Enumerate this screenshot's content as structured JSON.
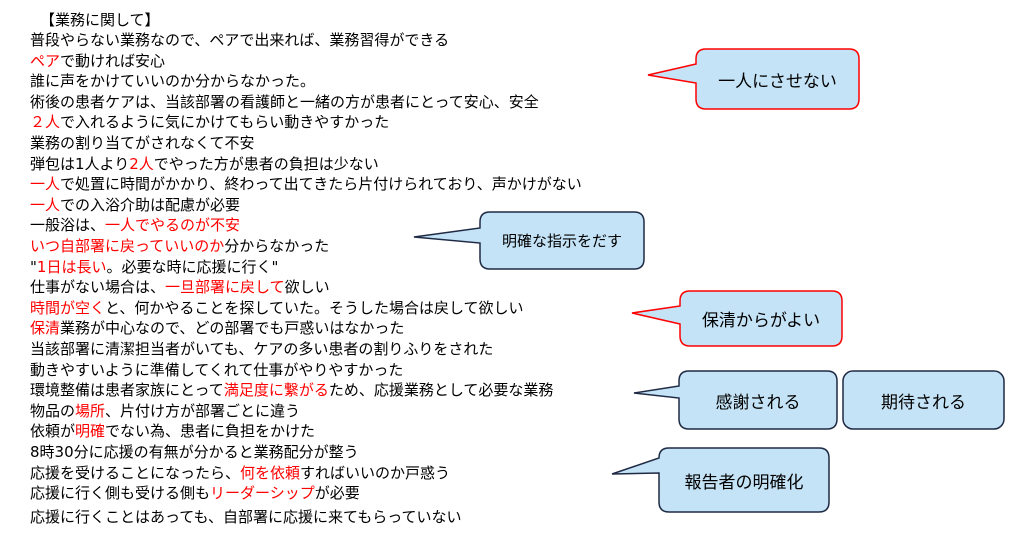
{
  "heading": "【業務に関して】",
  "lines": [
    [
      {
        "t": "普段やらない業務なので、ペアで出来れば、業務習得ができる"
      }
    ],
    [
      {
        "t": "ペア",
        "red": true
      },
      {
        "t": "で動ければ安心"
      }
    ],
    [
      {
        "t": "誰に声をかけていいのか分からなかった。"
      }
    ],
    [
      {
        "t": "術後の患者ケアは、当該部署の看護師と一緒の方が患者にとって安心、安全"
      }
    ],
    [
      {
        "t": "２人",
        "red": true
      },
      {
        "t": "で入れるように気にかけてもらい動きやすかった"
      }
    ],
    [
      {
        "t": "業務の割り当てがされなくて不安"
      }
    ],
    [
      {
        "t": "弾包は1人より"
      },
      {
        "t": "2人",
        "red": true
      },
      {
        "t": "でやった方が患者の負担は少ない"
      }
    ],
    [
      {
        "t": "一人",
        "red": true
      },
      {
        "t": "で処置に時間がかかり、終わって出てきたら片付けられており、声かけがない"
      }
    ],
    [
      {
        "t": "一人",
        "red": true
      },
      {
        "t": "での入浴介助は配慮が必要"
      }
    ],
    [
      {
        "t": "一般浴は、"
      },
      {
        "t": "一人でやるのが不安",
        "red": true
      }
    ],
    [
      {
        "t": "いつ自部署に戻っていいのか",
        "red": true
      },
      {
        "t": "分からなかった"
      }
    ],
    [
      {
        "t": "\""
      },
      {
        "t": "1日は長い",
        "red": true
      },
      {
        "t": "。必要な時に応援に行く\""
      }
    ],
    [
      {
        "t": "仕事がない場合は、"
      },
      {
        "t": "一旦部署に戻して",
        "red": true
      },
      {
        "t": "欲しい"
      }
    ],
    [
      {
        "t": "時間が空く",
        "red": true
      },
      {
        "t": "と、何かやることを探していた。そうした場合は戻して欲しい"
      }
    ],
    [
      {
        "t": "保清",
        "red": true
      },
      {
        "t": "業務が中心なので、どの部署でも戸惑いはなかった"
      }
    ],
    [
      {
        "t": "当該部署に清潔担当者がいても、ケアの多い患者の割りふりをされた"
      }
    ],
    [
      {
        "t": "動きやすいように準備してくれて仕事がやりやすかった"
      }
    ],
    [
      {
        "t": "環境整備は患者家族にとって"
      },
      {
        "t": "満足度に繋がる",
        "red": true
      },
      {
        "t": "ため、応援業務として必要な業務"
      }
    ],
    [
      {
        "t": "物品の"
      },
      {
        "t": "場所",
        "red": true
      },
      {
        "t": "、片付け方が部署ごとに違う"
      }
    ],
    [
      {
        "t": "依頼が"
      },
      {
        "t": "明確",
        "red": true
      },
      {
        "t": "でない為、患者に負担をかけた"
      }
    ],
    [
      {
        "t": "8時30分に応援の有無が分かると業務配分が整う"
      }
    ],
    [
      {
        "t": "応援を受けることになったら、"
      },
      {
        "t": "何を依頼",
        "red": true
      },
      {
        "t": "すればいいのか戸惑う"
      }
    ],
    [
      {
        "t": "応援に行く側も受ける側も"
      },
      {
        "t": "リーダーシップ",
        "red": true
      },
      {
        "t": "が必要"
      }
    ],
    [
      {
        "t": "応援に行くことはあっても、自部署に応援に来てもらっていない"
      }
    ]
  ],
  "callouts": {
    "c1": "一人にさせない",
    "c2": "明確な指示をだす",
    "c3": "保清からがよい",
    "c4": "感謝される",
    "c5": "期待される",
    "c6": "報告者の明確化"
  },
  "colors": {
    "text": "#000000",
    "emphasis": "#ff0000",
    "bubble_fill": "#c5e3f6",
    "bubble_border_red": "#ff0000",
    "bubble_border_dark": "#1f2a44"
  }
}
